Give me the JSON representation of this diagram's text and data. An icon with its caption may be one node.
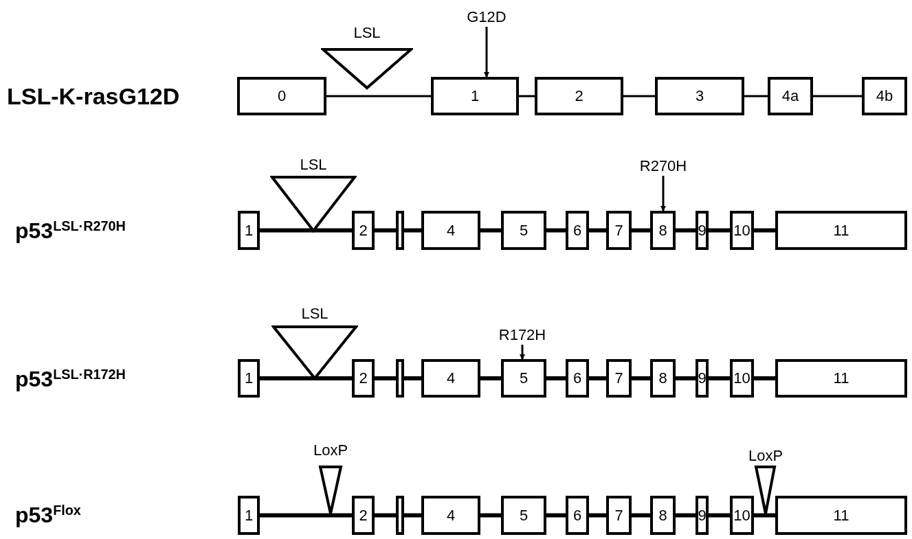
{
  "diagram": {
    "nodes": [
      {
        "text": [
          "G12D"
        ]
      },
      {
        "text": [
          "LSL"
        ]
      },
      {
        "text": [
          "0"
        ]
      },
      {
        "text": [
          "1"
        ]
      },
      {
        "text": [
          "2"
        ]
      },
      {
        "text": [
          "3"
        ]
      },
      {
        "text": [
          "4a"
        ]
      },
      {
        "text": [
          "4b"
        ]
      },
      {
        "text": [
          "LSL"
        ]
      },
      {
        "text": [
          "R270H"
        ]
      },
      {
        "text": [
          "1"
        ]
      },
      {
        "text": [
          "2"
        ]
      },
      {
        "text": [],
        "shape": "box"
      },
      {
        "text": [
          "4"
        ]
      },
      {
        "text": [
          "5"
        ]
      },
      {
        "text": [
          "6"
        ]
      },
      {
        "text": [
          "7"
        ]
      },
      {
        "text": [
          "8"
        ]
      },
      {
        "text": [
          "9"
        ]
      },
      {
        "text": [
          "10"
        ]
      },
      {
        "text": [
          "11"
        ]
      },
      {
        "text": [
          "LSL"
        ]
      },
      {
        "text": [
          "R172H"
        ]
      },
      {
        "text": [
          "1"
        ]
      },
      {
        "text": [
          "2"
        ]
      },
      {
        "text": [],
        "shape": "box"
      },
      {
        "text": [
          "4"
        ]
      },
      {
        "text": [
          "5"
        ]
      },
      {
        "text": [
          "6"
        ]
      },
      {
        "text": [
          "7"
        ]
      },
      {
        "text": [
          "8"
        ]
      },
      {
        "text": [
          "9"
        ]
      },
      {
        "text": [
          "10"
        ]
      },
      {
        "text": [
          "11"
        ]
      },
      {
        "text": [
          "LoxP"
        ]
      },
      {
        "text": [
          "LoxP"
        ]
      },
      {
        "text": [
          "1"
        ]
      },
      {
        "text": [
          "2"
        ]
      },
      {
        "text": [],
        "shape": "box"
      },
      {
        "text": [
          "4"
        ]
      },
      {
        "text": [
          "5"
        ]
      },
      {
        "text": [
          "6"
        ]
      },
      {
        "text": [
          "7"
        ]
      },
      {
        "text": [
          "8"
        ]
      },
      {
        "text": [
          "9"
        ]
      },
      {
        "text": [
          "10"
        ]
      },
      {
        "text": [
          "11"
        ]
      }
    ],
    "edges": [
      {
        "from": 0,
        "to": 3,
        "arrow": "to"
      },
      {
        "from": 2,
        "to": 3,
        "arrow": "none"
      },
      {
        "from": 3,
        "to": 4,
        "arrow": "none"
      },
      {
        "from": 4,
        "to": 5,
        "arrow": "none"
      },
      {
        "from": 5,
        "to": 6,
        "arrow": "none"
      },
      {
        "from": 6,
        "to": 7,
        "arrow": "none"
      },
      {
        "from": 9,
        "to": 17,
        "arrow": "to"
      },
      {
        "from": 10,
        "to": 11,
        "arrow": "none"
      },
      {
        "from": 11,
        "to": 12,
        "arrow": "none"
      },
      {
        "from": 12,
        "to": 13,
        "arrow": "none"
      },
      {
        "from": 13,
        "to": 14,
        "arrow": "none"
      },
      {
        "from": 14,
        "to": 15,
        "arrow": "none"
      },
      {
        "from": 15,
        "to": 16,
        "arrow": "none"
      },
      {
        "from": 16,
        "to": 17,
        "arrow": "none"
      },
      {
        "from": 17,
        "to": 18,
        "arrow": "none"
      },
      {
        "from": 18,
        "to": 19,
        "arrow": "none"
      },
      {
        "from": 19,
        "to": 20,
        "arrow": "none"
      },
      {
        "from": 22,
        "to": 27,
        "arrow": "to"
      },
      {
        "from": 23,
        "to": 24,
        "arrow": "none"
      },
      {
        "from": 24,
        "to": 25,
        "arrow": "none"
      },
      {
        "from": 25,
        "to": 26,
        "arrow": "none"
      },
      {
        "from": 26,
        "to": 27,
        "arrow": "none"
      },
      {
        "from": 27,
        "to": 28,
        "arrow": "none"
      },
      {
        "from": 28,
        "to": 29,
        "arrow": "none"
      },
      {
        "from": 29,
        "to": 30,
        "arrow": "none"
      },
      {
        "from": 30,
        "to": 31,
        "arrow": "none"
      },
      {
        "from": 31,
        "to": 32,
        "arrow": "none"
      },
      {
        "from": 32,
        "to": 33,
        "arrow": "none"
      },
      {
        "from": 36,
        "to": 37,
        "arrow": "none"
      },
      {
        "from": 37,
        "to": 38,
        "arrow": "none"
      },
      {
        "from": 38,
        "to": 39,
        "arrow": "none"
      },
      {
        "from": 39,
        "to": 40,
        "arrow": "none"
      },
      {
        "from": 40,
        "to": 41,
        "arrow": "none"
      },
      {
        "from": 41,
        "to": 42,
        "arrow": "none"
      },
      {
        "from": 42,
        "to": 43,
        "arrow": "none"
      },
      {
        "from": 43,
        "to": 44,
        "arrow": "none"
      },
      {
        "from": 44,
        "to": 45,
        "arrow": "none"
      },
      {
        "from": 45,
        "to": 46,
        "arrow": "none"
      }
    ],
    "labels": [
      "LSL-K-rasG12D",
      "p53$^{LSL·R270H}$",
      "p53$^{LSL·R172H}$",
      "p53$^{Flox}$"
    ]
  }
}
